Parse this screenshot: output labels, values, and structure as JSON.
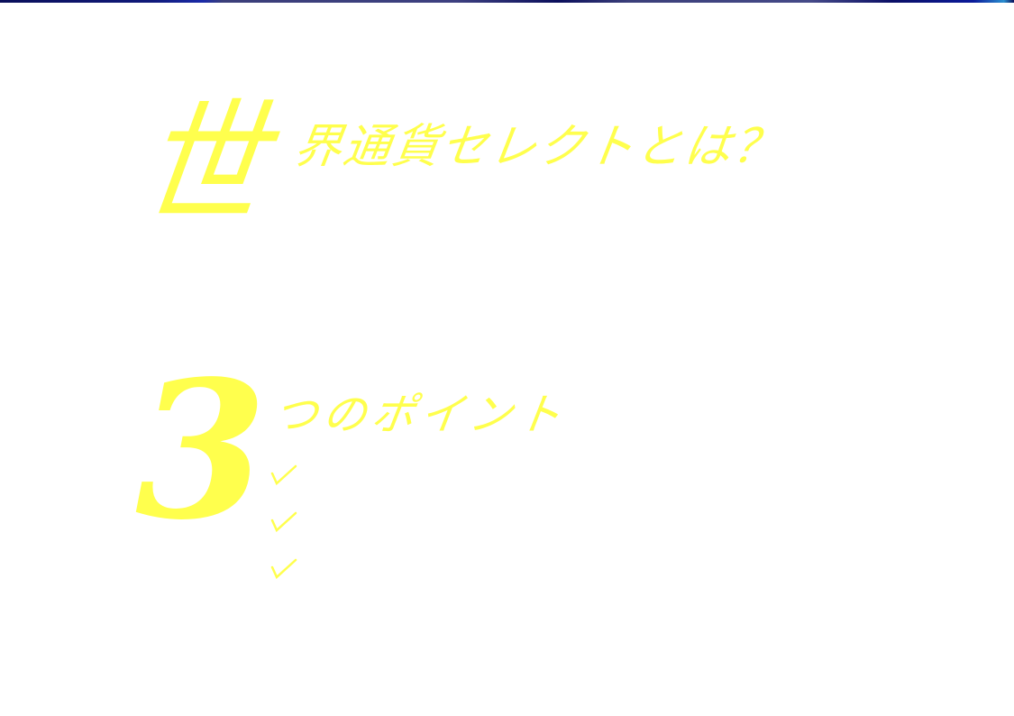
{
  "colors": {
    "accent": "#FFFF4D",
    "background": "#FFFFFF",
    "top_strip": "#0B0F5C"
  },
  "section_world": {
    "big_char": "世",
    "title_rest": "界通貨セレクトとは？"
  },
  "section_points": {
    "big_number": "3",
    "title": "つのポイント",
    "items": [
      {
        "icon": "check-icon",
        "text": ""
      },
      {
        "icon": "check-icon",
        "text": ""
      },
      {
        "icon": "check-icon",
        "text": ""
      }
    ]
  }
}
